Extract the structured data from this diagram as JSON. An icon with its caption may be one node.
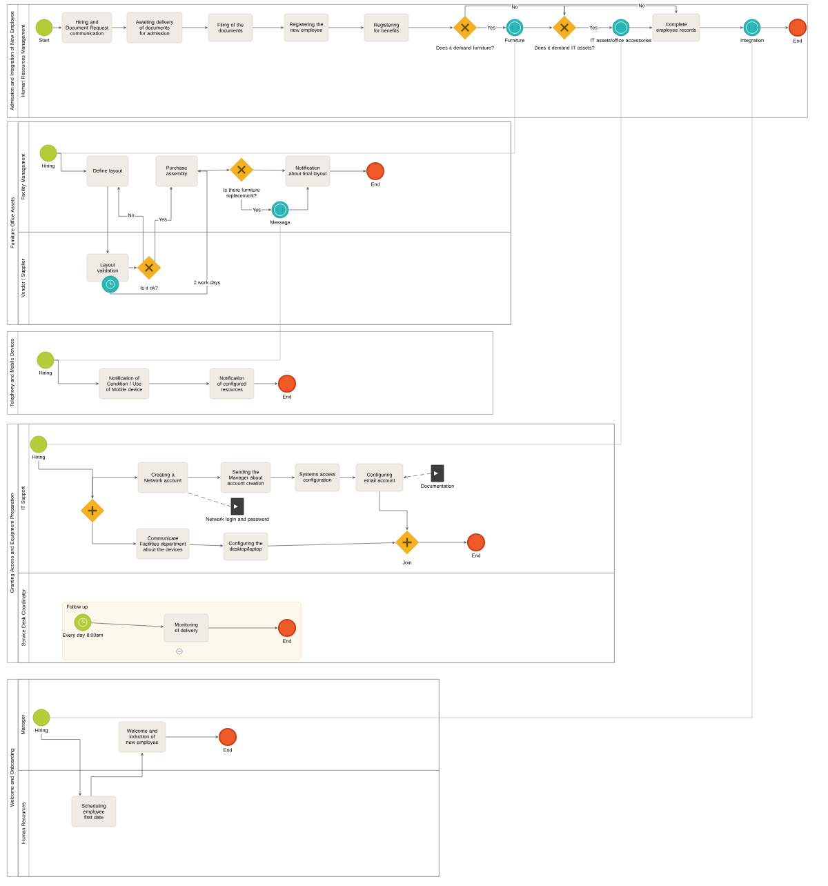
{
  "diagram": {
    "nodes": [
      {
        "text": [
          "Admission and Integration of New Employee",
          "Human Resources Management"
        ]
      },
      {
        "text": [
          "Start"
        ],
        "in": 0
      },
      {
        "text": [
          "Hiring and Document Request communication"
        ],
        "in": 0
      },
      {
        "text": [
          "Awaiting delivery of documents for admission"
        ],
        "in": 0
      },
      {
        "text": [
          "Filing of the documents"
        ],
        "in": 0
      },
      {
        "text": [
          "Registering the new employee"
        ],
        "in": 0
      },
      {
        "text": [
          "Registering for benefits"
        ],
        "in": 0
      },
      {
        "text": [
          "Does it demand furniture?"
        ],
        "in": 0
      },
      {
        "text": [
          "Furniture"
        ],
        "in": 0
      },
      {
        "text": [
          "Does it demand IT assets?"
        ],
        "in": 0
      },
      {
        "text": [
          "IT assets/office accessories"
        ],
        "in": 0
      },
      {
        "text": [
          "Complete employee records"
        ],
        "in": 0
      },
      {
        "text": [
          "Integration"
        ],
        "in": 0
      },
      {
        "text": [
          "End"
        ],
        "in": 0
      },
      {
        "text": [
          "Furniture Office Assets"
        ]
      },
      {
        "text": [
          "Facility Management"
        ],
        "in": 14
      },
      {
        "text": [
          "Vendor / Supplier"
        ],
        "in": 14
      },
      {
        "text": [
          "Hiring"
        ],
        "in": 15
      },
      {
        "text": [
          "Define layout"
        ],
        "in": 15
      },
      {
        "text": [
          "Purchase assembly"
        ],
        "in": 15
      },
      {
        "text": [
          "Is there furniture replacement?"
        ],
        "in": 15
      },
      {
        "text": [
          "Notification about final layout"
        ],
        "in": 15
      },
      {
        "text": [
          "End"
        ],
        "in": 15
      },
      {
        "text": [
          "Message"
        ],
        "in": 15
      },
      {
        "text": [
          "Layout validation"
        ],
        "in": 16
      },
      {
        "text": [
          "Is it ok?"
        ],
        "in": 16
      },
      {
        "text": [],
        "shape": "circle",
        "in": 16
      },
      {
        "text": [
          "Telephony and Mobile Devices"
        ]
      },
      {
        "text": [
          "Hiring"
        ],
        "in": 27
      },
      {
        "text": [
          "Notification of Condition / Use of Mobile device"
        ],
        "in": 27
      },
      {
        "text": [
          "Notification of configured resources"
        ],
        "in": 27
      },
      {
        "text": [
          "End"
        ],
        "in": 27
      },
      {
        "text": [
          "Granting Access and Equipment Preparation"
        ]
      },
      {
        "text": [
          "IT Support"
        ],
        "in": 32
      },
      {
        "text": [
          "Service Desk Coordinator"
        ],
        "in": 32
      },
      {
        "text": [
          "Hiring"
        ],
        "in": 33
      },
      {
        "text": [],
        "shape": "diamond",
        "in": 33
      },
      {
        "text": [
          "Creating a Network account"
        ],
        "in": 33
      },
      {
        "text": [
          "Sending the Manager about account creation"
        ],
        "in": 33
      },
      {
        "text": [
          "Systems access configuration"
        ],
        "in": 33
      },
      {
        "text": [
          "Configuring email account"
        ],
        "in": 33
      },
      {
        "text": [
          "Documentation"
        ],
        "in": 33
      },
      {
        "text": [
          "Network login and password"
        ],
        "in": 33
      },
      {
        "text": [
          "Communicate Facilities department about the devices"
        ],
        "in": 33
      },
      {
        "text": [
          "Configuring the desktop/laptop"
        ],
        "in": 33
      },
      {
        "text": [
          "Join"
        ],
        "in": 33
      },
      {
        "text": [
          "End"
        ],
        "in": 33
      },
      {
        "text": [
          "Follow up"
        ],
        "in": 34
      },
      {
        "text": [
          "Every day 8:00am"
        ],
        "in": 47
      },
      {
        "text": [
          "Monitoring of delivery"
        ],
        "in": 47
      },
      {
        "text": [
          "End"
        ],
        "in": 47
      },
      {
        "text": [
          "Welcome and Onboarding"
        ]
      },
      {
        "text": [
          "Manager"
        ],
        "in": 51
      },
      {
        "text": [
          "Human Resources"
        ],
        "in": 51
      },
      {
        "text": [
          "Hiring"
        ],
        "in": 52
      },
      {
        "text": [
          "Welcome and induction of new employee"
        ],
        "in": 52
      },
      {
        "text": [
          "End"
        ],
        "in": 52
      },
      {
        "text": [
          "Scheduling employee first date"
        ],
        "in": 53
      }
    ],
    "edges": [
      {
        "from": 1,
        "to": 2,
        "arrow": "to"
      },
      {
        "from": 2,
        "to": 3,
        "arrow": "to"
      },
      {
        "from": 3,
        "to": 4,
        "arrow": "to"
      },
      {
        "from": 4,
        "to": 5,
        "arrow": "to"
      },
      {
        "from": 5,
        "to": 6,
        "arrow": "to"
      },
      {
        "from": 6,
        "to": 7,
        "arrow": "to"
      },
      {
        "from": 7,
        "to": 8,
        "arrow": "to",
        "label": "Yes"
      },
      {
        "from": 8,
        "to": 9,
        "arrow": "to"
      },
      {
        "from": 7,
        "to": 9,
        "arrow": "to",
        "label": "No"
      },
      {
        "from": 9,
        "to": 10,
        "arrow": "to",
        "label": "Yes"
      },
      {
        "from": 10,
        "to": 11,
        "arrow": "to"
      },
      {
        "from": 9,
        "to": 11,
        "arrow": "to",
        "label": "No"
      },
      {
        "from": 11,
        "to": 12,
        "arrow": "to"
      },
      {
        "from": 12,
        "to": 13,
        "arrow": "to"
      },
      {
        "from": 8,
        "to": 17,
        "arrow": "none",
        "color": "#bbbbbb"
      },
      {
        "from": 10,
        "to": 35,
        "arrow": "none",
        "color": "#bbbbbb"
      },
      {
        "from": 12,
        "to": 54,
        "arrow": "none",
        "color": "#bbbbbb"
      },
      {
        "from": 23,
        "to": 28,
        "arrow": "none",
        "color": "#bbbbbb"
      },
      {
        "from": 17,
        "to": 18,
        "arrow": "to"
      },
      {
        "from": 18,
        "to": 24,
        "arrow": "to"
      },
      {
        "from": 24,
        "to": 25,
        "arrow": "to"
      },
      {
        "from": 25,
        "to": 18,
        "arrow": "to",
        "label": "No"
      },
      {
        "from": 25,
        "to": 19,
        "arrow": "to",
        "label": "Yes"
      },
      {
        "from": 26,
        "to": 19,
        "arrow": "to",
        "label": "2 work days"
      },
      {
        "from": 19,
        "to": 20,
        "arrow": "to"
      },
      {
        "from": 20,
        "to": 21,
        "arrow": "to"
      },
      {
        "from": 20,
        "to": 23,
        "arrow": "to",
        "label": "Yes"
      },
      {
        "from": 23,
        "to": 21,
        "arrow": "to"
      },
      {
        "from": 21,
        "to": 22,
        "arrow": "to"
      },
      {
        "from": 28,
        "to": 29,
        "arrow": "to"
      },
      {
        "from": 29,
        "to": 30,
        "arrow": "to"
      },
      {
        "from": 30,
        "to": 31,
        "arrow": "to"
      },
      {
        "from": 35,
        "to": 36,
        "arrow": "to"
      },
      {
        "from": 36,
        "to": 37,
        "arrow": "to"
      },
      {
        "from": 36,
        "to": 43,
        "arrow": "to"
      },
      {
        "from": 37,
        "to": 38,
        "arrow": "to"
      },
      {
        "from": 38,
        "to": 39,
        "arrow": "to"
      },
      {
        "from": 39,
        "to": 40,
        "arrow": "to"
      },
      {
        "from": 40,
        "to": 45,
        "arrow": "to"
      },
      {
        "from": 43,
        "to": 44,
        "arrow": "to"
      },
      {
        "from": 44,
        "to": 45,
        "arrow": "to"
      },
      {
        "from": 45,
        "to": 46,
        "arrow": "to"
      },
      {
        "from": 48,
        "to": 49,
        "arrow": "to"
      },
      {
        "from": 49,
        "to": 50,
        "arrow": "to"
      },
      {
        "from": 37,
        "to": 42,
        "arrow": "none",
        "style": "dashed"
      },
      {
        "from": 41,
        "to": 40,
        "arrow": "to",
        "style": "dashed"
      },
      {
        "from": 54,
        "to": 57,
        "arrow": "to"
      },
      {
        "from": 57,
        "to": 55,
        "arrow": "to"
      },
      {
        "from": 55,
        "to": 56,
        "arrow": "to"
      }
    ]
  }
}
